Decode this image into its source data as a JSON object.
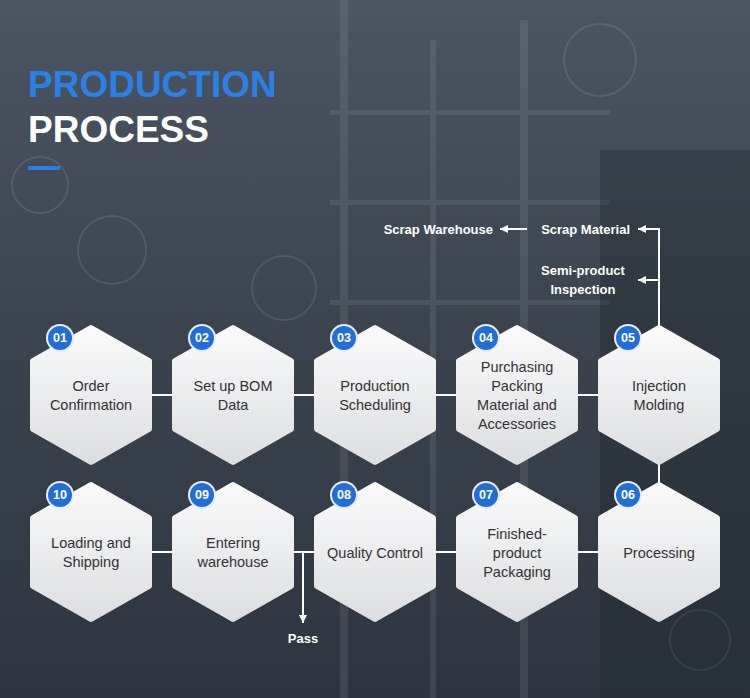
{
  "diagram": {
    "title": "PRODUCTION PROCESS",
    "nodes": [
      {
        "text": [
          "01",
          "Order Confirmation"
        ]
      },
      {
        "text": [
          "02",
          "Set up BOM Data"
        ]
      },
      {
        "text": [
          "03",
          "Production Scheduling"
        ]
      },
      {
        "text": [
          "04",
          "Purchasing Packing Material and Accessories"
        ]
      },
      {
        "text": [
          "05",
          "Injection Molding"
        ]
      },
      {
        "text": [
          "06",
          "Processing"
        ]
      },
      {
        "text": [
          "07",
          "Finished-product Packaging"
        ]
      },
      {
        "text": [
          "08",
          "Quality Control"
        ]
      },
      {
        "text": [
          "09",
          "Entering warehouse"
        ]
      },
      {
        "text": [
          "10",
          "Loading and Shipping"
        ]
      }
    ],
    "edges": [
      {
        "from": 0,
        "to": 1,
        "arrow": "none"
      },
      {
        "from": 1,
        "to": 2,
        "arrow": "none"
      },
      {
        "from": 2,
        "to": 3,
        "arrow": "none"
      },
      {
        "from": 3,
        "to": 4,
        "arrow": "none"
      },
      {
        "from": 4,
        "to": 5,
        "arrow": "none"
      },
      {
        "from": 5,
        "to": 6,
        "arrow": "none"
      },
      {
        "from": 6,
        "to": 7,
        "arrow": "none"
      },
      {
        "from": 7,
        "to": 8,
        "arrow": "none"
      },
      {
        "from": 8,
        "to": 9,
        "arrow": "none"
      }
    ],
    "labels": [
      "Scrap Warehouse",
      "Scrap Material",
      "Semi-product Inspection",
      "Pass"
    ]
  }
}
